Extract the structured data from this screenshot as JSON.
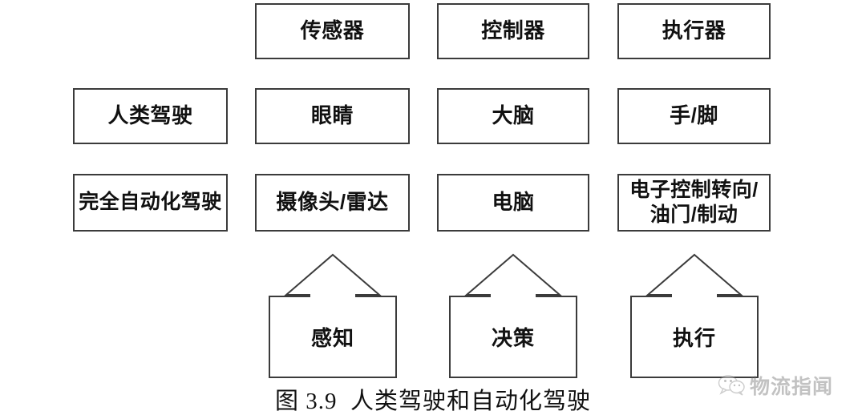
{
  "figure": {
    "caption": "图 3.9  人类驾驶和自动化驾驶",
    "background_color": "#ffffff",
    "border_color": "#3b3b3b",
    "text_color": "#111111"
  },
  "columns": {
    "headers": [
      {
        "label": "传感器"
      },
      {
        "label": "控制器"
      },
      {
        "label": "执行器"
      }
    ]
  },
  "rows": [
    {
      "row_label": "人类驾驶",
      "cells": [
        "眼睛",
        "大脑",
        "手/脚"
      ]
    },
    {
      "row_label": "完全自动化驾驶",
      "cells": [
        "摄像头/雷达",
        "电脑",
        "电子控制转向/油门/制动"
      ]
    }
  ],
  "stages": [
    {
      "label": "感知",
      "icon": "up-arrow-icon"
    },
    {
      "label": "决策",
      "icon": "up-arrow-icon"
    },
    {
      "label": "执行",
      "icon": "up-arrow-icon"
    }
  ],
  "watermark": {
    "text": "物流指闻",
    "icon": "wechat-icon",
    "color": "#6f6f6f"
  }
}
